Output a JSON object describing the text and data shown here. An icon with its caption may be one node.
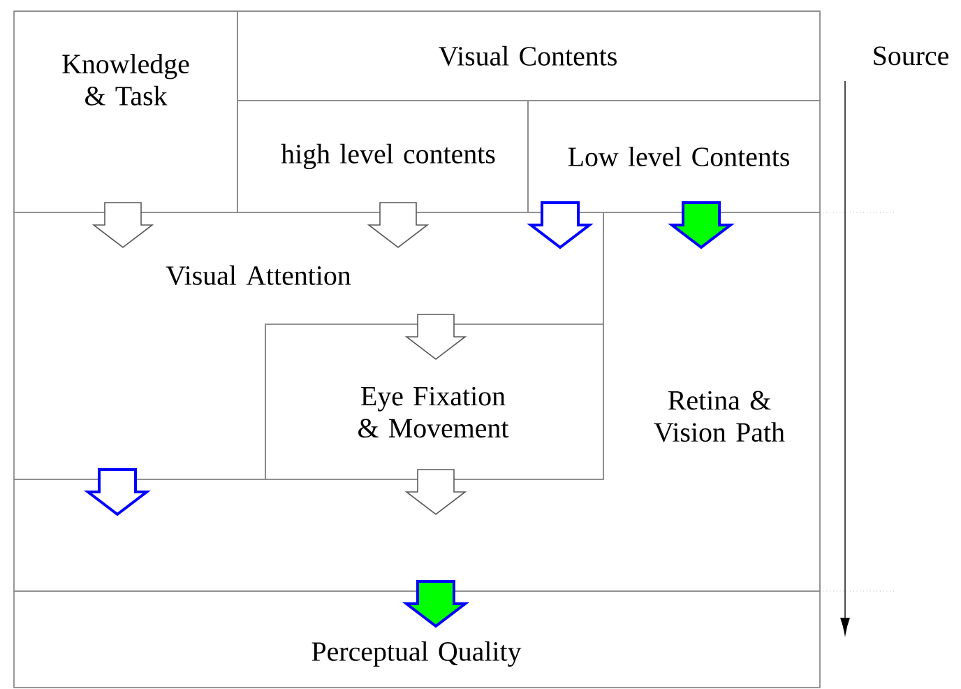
{
  "diagram": {
    "nodes": [
      {
        "text": [
          "Knowledge & Task"
        ]
      },
      {
        "text": [
          "Visual Contents"
        ]
      },
      {
        "text": [
          "high level contents"
        ]
      },
      {
        "text": [
          "Low level Contents"
        ]
      },
      {
        "text": [
          "Visual Attention"
        ]
      },
      {
        "text": [
          "Eye Fixation & Movement"
        ]
      },
      {
        "text": [
          "Retina & Vision Path"
        ]
      },
      {
        "text": [
          "Perceptual Quality"
        ]
      }
    ],
    "edges": [
      {
        "from": 0,
        "to": 4,
        "arrow": "to"
      },
      {
        "from": 2,
        "to": 4,
        "arrow": "to"
      },
      {
        "from": 3,
        "to": 4,
        "arrow": "to",
        "color": "#0000ff"
      },
      {
        "from": 3,
        "to": 6,
        "arrow": "to",
        "color": "#00ff00"
      },
      {
        "from": 4,
        "to": 5,
        "arrow": "to"
      },
      {
        "from": 4,
        "to": 6,
        "arrow": "to",
        "color": "#0000ff"
      },
      {
        "from": 5,
        "to": 6,
        "arrow": "to"
      },
      {
        "from": 6,
        "to": 7,
        "arrow": "to",
        "color": "#00ff00"
      }
    ],
    "labels": [
      "Source"
    ]
  }
}
